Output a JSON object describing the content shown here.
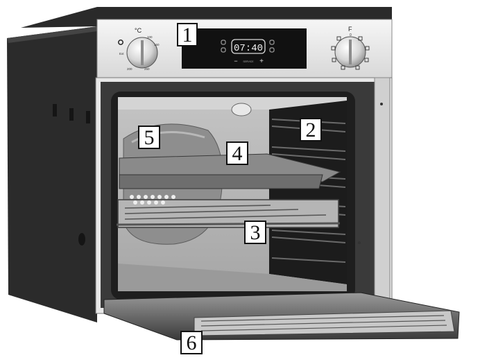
{
  "panel": {
    "left_knob": {
      "unit_label": "°C",
      "marks": [
        "Ext",
        "100",
        "200",
        "250",
        "150"
      ]
    },
    "right_knob": {
      "label": "F",
      "zero": "0"
    },
    "display": {
      "time": "07:40",
      "minus": "−",
      "plus": "+",
      "center_text": "SERVICE"
    }
  },
  "callouts": [
    "1",
    "2",
    "3",
    "4",
    "5",
    "6"
  ]
}
